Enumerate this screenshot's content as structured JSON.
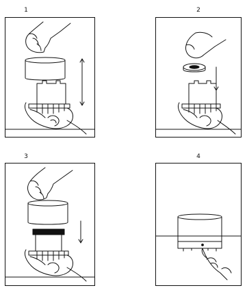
{
  "steps": [
    {
      "number": "1",
      "icon": "lift-cover-hand-icon"
    },
    {
      "number": "2",
      "icon": "place-disc-hand-icon"
    },
    {
      "number": "3",
      "icon": "lower-cover-hand-icon"
    },
    {
      "number": "4",
      "icon": "press-button-hand-icon"
    }
  ]
}
